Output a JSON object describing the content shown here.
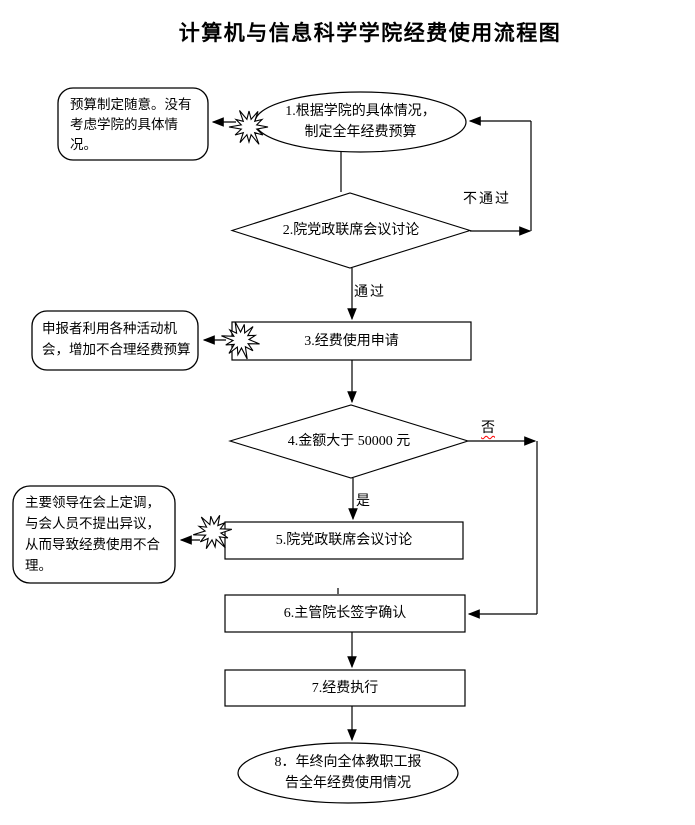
{
  "title": "计算机与信息科学学院经费使用流程图",
  "nodes": {
    "start": "1.根据学院的具体情况，\n制定全年经费预算",
    "review1": "2.院党政联席会议讨论",
    "apply": "3.经费使用申请",
    "amount_check": "4.金额大于 50000 元",
    "review2": "5.院党政联席会议讨论",
    "sign": "6.主管院长签字确认",
    "execute": "7.经费执行",
    "report": "8．年终向全体教职工报\n告全年经费使用情况"
  },
  "edge_labels": {
    "fail": "不通过",
    "pass": "通过",
    "no": "否",
    "yes": "是"
  },
  "callouts": {
    "budget_risk": "预算制定随意。没有\n考虑学院的具体情\n况。",
    "apply_risk": "申报者利用各种活动机\n会，增加不合理经费预算",
    "meeting_risk": "主要领导在会上定调，\n与会人员不提出异议，\n从而导致经费使用不合\n理。"
  },
  "colors": {
    "stroke": "#000000",
    "spellcheck_underline": "#ff0000",
    "background": "#ffffff"
  }
}
